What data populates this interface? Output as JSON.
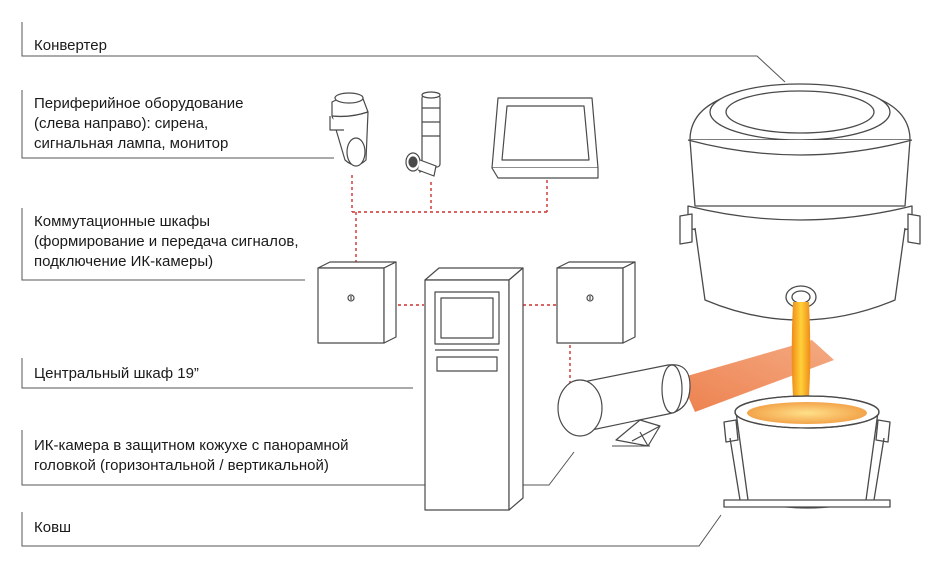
{
  "labels": {
    "converter": "Конвертер",
    "peripheral": {
      "line1": "Периферийное оборудование",
      "line2": "(слева направо): сирена,",
      "line3": "сигнальная лампа, монитор"
    },
    "switch_cabinets": {
      "line1": "Коммутационные шкафы",
      "line2": "(формирование и передача сигналов,",
      "line3": "подключение ИК-камеры)"
    },
    "central_cabinet": "Центральный шкаф 19”",
    "ir_camera": {
      "line1": "ИК-камера в защитном кожухе с панорамной",
      "line2": "головкой (горизонтальной / вертикальной)"
    },
    "ladle": "Ковш"
  },
  "colors": {
    "outline": "#4a4a4a",
    "leader": "#555555",
    "dashed_link": "#d0302b",
    "ir_beam": "#ef8a5a",
    "molten_stream": "#f3a21e",
    "molten_core": "#ffd23a"
  }
}
